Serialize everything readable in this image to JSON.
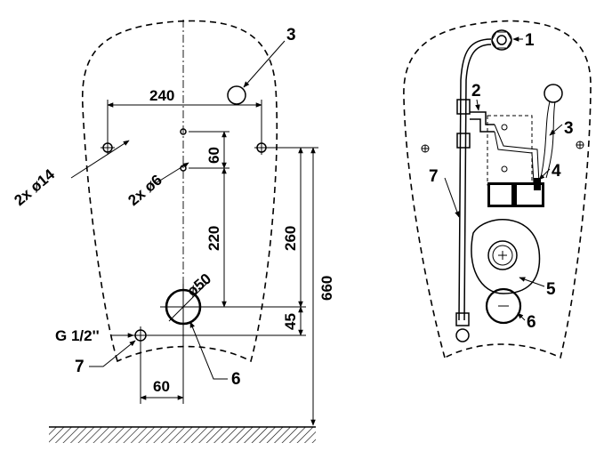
{
  "left_view": {
    "dims": {
      "d240": "240",
      "d60_top": "60",
      "d220": "220",
      "d260": "260",
      "d660": "660",
      "d45": "45",
      "d60_bottom": "60",
      "dia50": "ø50",
      "holes_14": "2x ø14",
      "holes_6": "2x ø6",
      "thread": "G 1/2''"
    },
    "callouts": {
      "c3": "3",
      "c6": "6",
      "c7": "7"
    }
  },
  "right_view": {
    "callouts": {
      "c1": "1",
      "c2": "2",
      "c3": "3",
      "c4": "4",
      "c5": "5",
      "c6": "6",
      "c7": "7"
    }
  }
}
